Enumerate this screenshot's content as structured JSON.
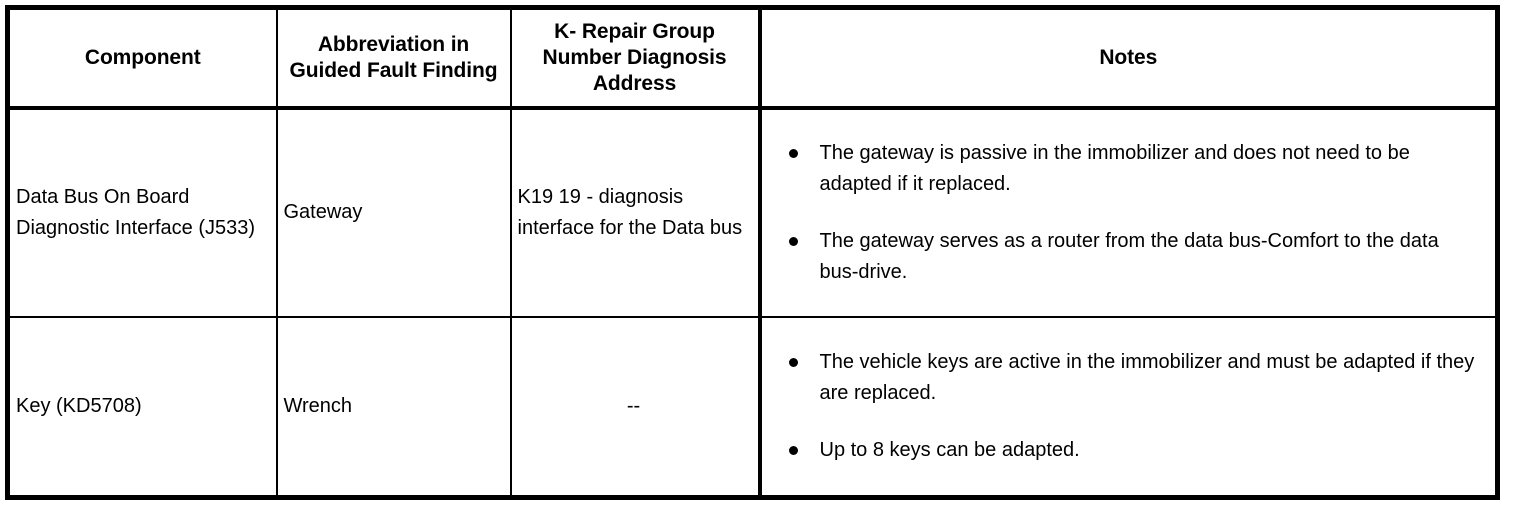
{
  "table": {
    "columns": [
      {
        "key": "component",
        "label": "Component"
      },
      {
        "key": "abbreviation",
        "label": "Abbreviation in Guided Fault Finding"
      },
      {
        "key": "krepair",
        "label": "K- Repair Group Number Diagnosis Address"
      },
      {
        "key": "notes",
        "label": "Notes"
      }
    ],
    "rows": [
      {
        "component": "Data Bus On Board Diagnostic Interface (J533)",
        "abbreviation": "Gateway",
        "krepair": "K19 19 - diagnosis interface for the Data bus",
        "notes": [
          "The gateway is passive in the immobilizer and does not need to be adapted if it replaced.",
          "The gateway serves as a router from the data bus-Comfort to the data bus-drive."
        ]
      },
      {
        "component": "Key (KD5708)",
        "abbreviation": "Wrench",
        "krepair": "--",
        "notes": [
          "The vehicle keys are active in the immobilizer and must be adapted if they are replaced.",
          "Up to 8 keys can be adapted."
        ]
      }
    ]
  },
  "style": {
    "border_color": "#000000",
    "text_color": "#000000",
    "background_color": "#ffffff"
  }
}
